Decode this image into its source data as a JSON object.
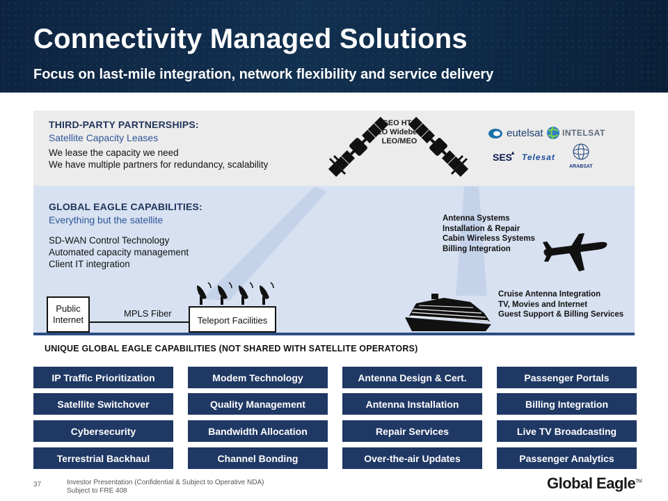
{
  "header": {
    "title": "Connectivity Managed Solutions",
    "subtitle": "Focus on last-mile integration, network flexibility and service delivery"
  },
  "partnerships": {
    "heading": "THIRD-PARTY PARTNERSHIPS:",
    "subheading": "Satellite Capacity Leases",
    "lines": [
      "We lease the capacity we need",
      "We have multiple partners for redundancy, scalability"
    ]
  },
  "satellite_types": [
    "GEO HTS",
    "GEO Widebeam",
    "LEO/MEO"
  ],
  "partner_logos": {
    "eutelsat": "eutelsat",
    "intelsat": "INTELSAT",
    "ses": "SES",
    "telesat": "Telesat",
    "arabsat": "ARABSAT"
  },
  "capabilities": {
    "heading": "GLOBAL EAGLE CAPABILITIES:",
    "subheading": "Everything but the satellite",
    "lines": [
      "SD-WAN Control Technology",
      "Automated capacity management",
      "Client IT integration"
    ]
  },
  "aviation_services": [
    "Antenna Systems",
    "Installation & Repair",
    "Cabin Wireless Systems",
    "Billing Integration"
  ],
  "maritime_services": [
    "Cruise Antenna Integration",
    "TV, Movies and Internet",
    "Guest Support & Billing Services"
  ],
  "network": {
    "public_internet": [
      "Public",
      "Internet"
    ],
    "mpls": "MPLS Fiber",
    "teleport": "Teleport Facilities"
  },
  "unique_heading": "UNIQUE GLOBAL EAGLE CAPABILITIES (NOT SHARED WITH SATELLITE OPERATORS)",
  "unique_grid": [
    [
      "IP Traffic Prioritization",
      "Modem Technology",
      "Antenna Design & Cert.",
      "Passenger Portals"
    ],
    [
      "Satellite Switchover",
      "Quality Management",
      "Antenna Installation",
      "Billing Integration"
    ],
    [
      "Cybersecurity",
      "Bandwidth Allocation",
      "Repair Services",
      "Live TV Broadcasting"
    ],
    [
      "Terrestrial Backhaul",
      "Channel Bonding",
      "Over-the-air Updates",
      "Passenger Analytics"
    ]
  ],
  "footer": {
    "page_number": "37",
    "line1": "Investor Presentation (Confidential & Subject to Operative NDA)",
    "line2": "Subject to FRE 408",
    "logo": "Global Eagle",
    "logo_mark": "TM"
  },
  "colors": {
    "header_bg": "#12304f",
    "capability_bg": "#1f3864",
    "band_gray": "#ececec",
    "band_blue": "#d7e1f1",
    "accent_blue": "#2f5597"
  },
  "icons": [
    "satellite-icon",
    "airplane-icon",
    "cruise-ship-icon",
    "satellite-dish-icon"
  ]
}
